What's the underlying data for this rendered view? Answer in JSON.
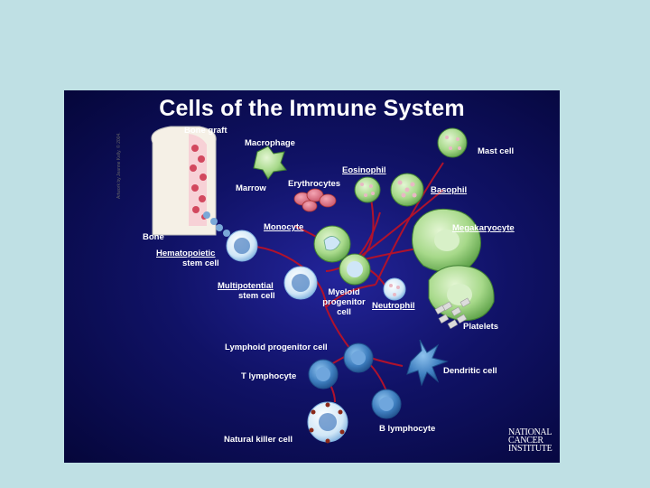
{
  "title": "Cells of the Immune System",
  "labels": {
    "bone_graft": "Bone graft",
    "macrophage": "Macrophage",
    "marrow": "Marrow",
    "bone": "Bone",
    "mast_cell": "Mast cell",
    "eosinophil": "Eosinophil",
    "erythrocytes": "Erythrocytes",
    "basophil": "Basophil",
    "monocyte": "Monocyte",
    "megakaryocyte": "Megakaryocyte",
    "hematopoietic_line1": "Hematopoietic",
    "hematopoietic_line2": "stem cell",
    "multipotential_line1": "Multipotential",
    "multipotential_line2": "stem cell",
    "myeloid_line1": "Myeloid",
    "myeloid_line2": "progenitor",
    "myeloid_line3": "cell",
    "neutrophil": "Neutrophil",
    "platelets": "Platelets",
    "lymphoid_progenitor": "Lymphoid progenitor cell",
    "t_lymphocyte": "T lymphocyte",
    "dendritic_cell": "Dendritic cell",
    "b_lymphocyte": "B lymphocyte",
    "natural_killer": "Natural killer cell"
  },
  "credit": "Artwork by Jeanne Kelly. © 2004.",
  "logo": {
    "line1": "NATIONAL",
    "line2": "CANCER",
    "line3": "INSTITUTE"
  },
  "colors": {
    "background": "#bfe0e4",
    "slide": "#101266",
    "lines": "#b0122c",
    "cell_green": "#a7d98a",
    "cell_blue": "#3f7fc0",
    "text": "#ffffff"
  }
}
